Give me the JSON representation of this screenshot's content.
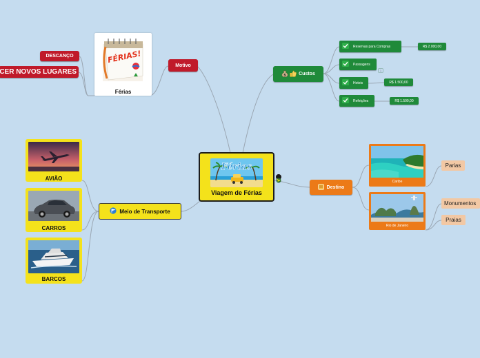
{
  "central": {
    "label": "Viagem de Férias",
    "art_text": "Férias",
    "icon": "earth-globe-icon"
  },
  "motivo": {
    "label": "Motivo",
    "card_label": "Férias",
    "card_art_text": "FÉRIAS!",
    "children": [
      "DESCANÇO",
      "CER NOVOS LUGARES"
    ]
  },
  "custos": {
    "label": "Custos",
    "items": [
      {
        "label": "Reservas para Compras",
        "price": "R$ 2.000,00"
      },
      {
        "label": "Passagens",
        "price": ""
      },
      {
        "label": "Hoteis",
        "price": "R$ 1.500,00"
      },
      {
        "label": "Refeições",
        "price": "R$ 1.500,00"
      }
    ],
    "counter": "1"
  },
  "destino": {
    "label": "Destino",
    "places": [
      {
        "label": "Caribe",
        "children": [
          "Parias"
        ]
      },
      {
        "label": "Rio de Janeiro",
        "children": [
          "Monumentos",
          "Praias"
        ]
      }
    ]
  },
  "transporte": {
    "label": "Meio de Transporte",
    "items": [
      "AVIÃO",
      "CARROS",
      "BARCOS"
    ]
  },
  "colors": {
    "background": "#c5dcef",
    "central": "#f4e21b",
    "red": "#c01a2a",
    "green": "#1f8a3a",
    "orange": "#ec7a18",
    "peach": "#f2c8a4"
  }
}
